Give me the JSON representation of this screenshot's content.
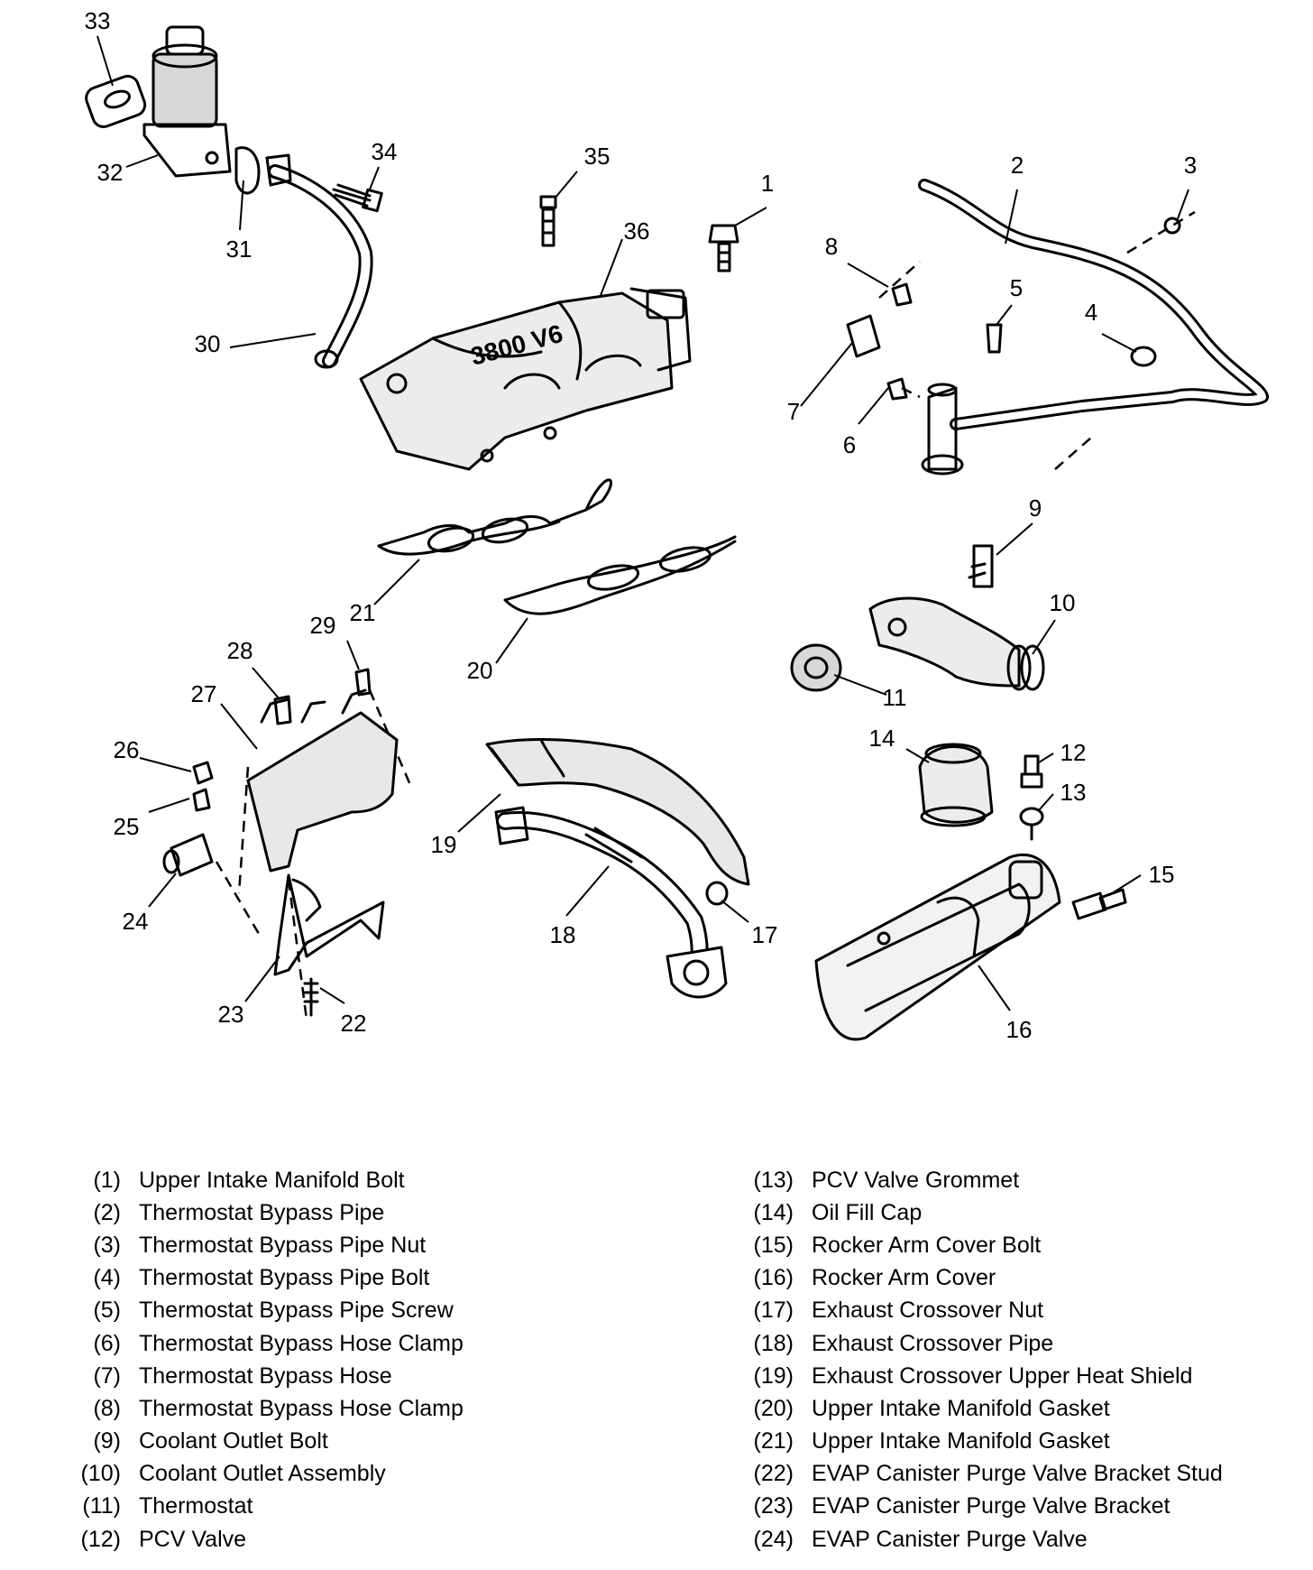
{
  "callouts": [
    "1",
    "2",
    "3",
    "4",
    "5",
    "6",
    "7",
    "8",
    "9",
    "10",
    "11",
    "12",
    "13",
    "14",
    "15",
    "16",
    "17",
    "18",
    "19",
    "20",
    "21",
    "22",
    "23",
    "24",
    "25",
    "26",
    "27",
    "28",
    "29",
    "30",
    "31",
    "32",
    "33",
    "34",
    "35",
    "36"
  ],
  "legend": [
    {
      "num": "(1)",
      "label": "Upper Intake Manifold Bolt"
    },
    {
      "num": "(2)",
      "label": "Thermostat Bypass Pipe"
    },
    {
      "num": "(3)",
      "label": "Thermostat Bypass Pipe Nut"
    },
    {
      "num": "(4)",
      "label": "Thermostat Bypass Pipe Bolt"
    },
    {
      "num": "(5)",
      "label": "Thermostat Bypass Pipe Screw"
    },
    {
      "num": "(6)",
      "label": "Thermostat Bypass Hose Clamp"
    },
    {
      "num": "(7)",
      "label": "Thermostat Bypass Hose"
    },
    {
      "num": "(8)",
      "label": "Thermostat Bypass Hose Clamp"
    },
    {
      "num": "(9)",
      "label": "Coolant Outlet Bolt"
    },
    {
      "num": "(10)",
      "label": "Coolant Outlet Assembly"
    },
    {
      "num": "(11)",
      "label": "Thermostat"
    },
    {
      "num": "(12)",
      "label": "PCV Valve"
    },
    {
      "num": "(13)",
      "label": "PCV Valve Grommet"
    },
    {
      "num": "(14)",
      "label": "Oil Fill Cap"
    },
    {
      "num": "(15)",
      "label": "Rocker Arm Cover Bolt"
    },
    {
      "num": "(16)",
      "label": "Rocker Arm Cover"
    },
    {
      "num": "(17)",
      "label": "Exhaust Crossover Nut"
    },
    {
      "num": "(18)",
      "label": "Exhaust Crossover Pipe"
    },
    {
      "num": "(19)",
      "label": "Exhaust Crossover Upper Heat Shield"
    },
    {
      "num": "(20)",
      "label": "Upper Intake Manifold Gasket"
    },
    {
      "num": "(21)",
      "label": "Upper Intake Manifold Gasket"
    },
    {
      "num": "(22)",
      "label": "EVAP Canister Purge Valve Bracket Stud"
    },
    {
      "num": "(23)",
      "label": "EVAP Canister Purge Valve Bracket"
    },
    {
      "num": "(24)",
      "label": "EVAP Canister Purge Valve"
    }
  ]
}
